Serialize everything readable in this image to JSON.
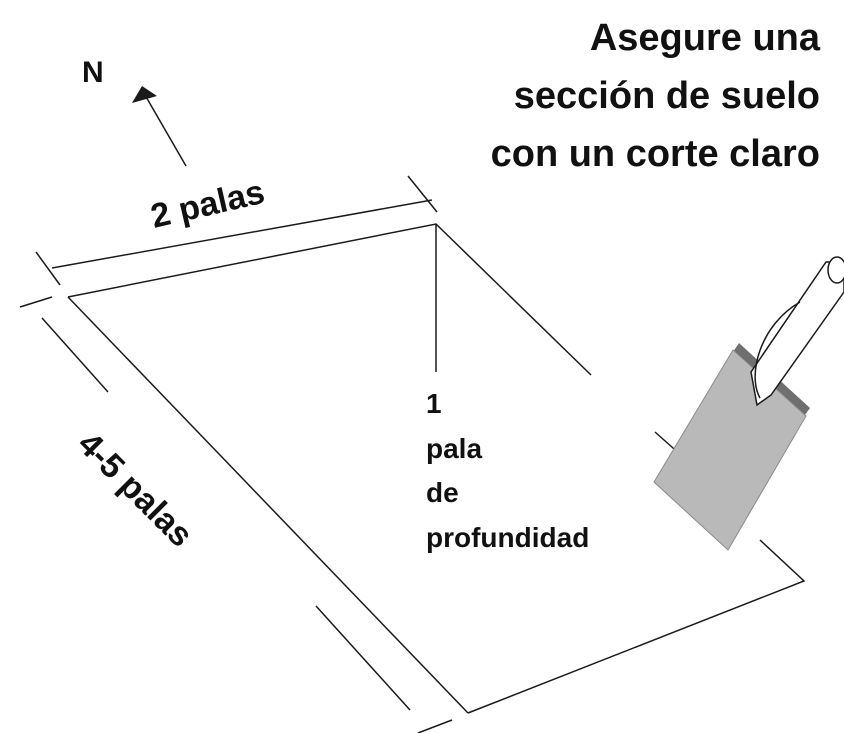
{
  "title_lines": [
    "Asegure una",
    "sección de suelo",
    "con un corte claro"
  ],
  "north_label": "N",
  "width_label": "2 palas",
  "length_label": "4-5 palas",
  "depth_lines": [
    "1",
    "pala",
    "de",
    "profundidad"
  ],
  "colors": {
    "line": "#1a1a1a",
    "text": "#111111",
    "spade_blade": "#b9b9b9",
    "spade_edge": "#6f6f6f",
    "handle": "#ffffff"
  },
  "icons": {
    "north_arrow": "arrow-up-left-icon",
    "spade": "spade-icon"
  }
}
